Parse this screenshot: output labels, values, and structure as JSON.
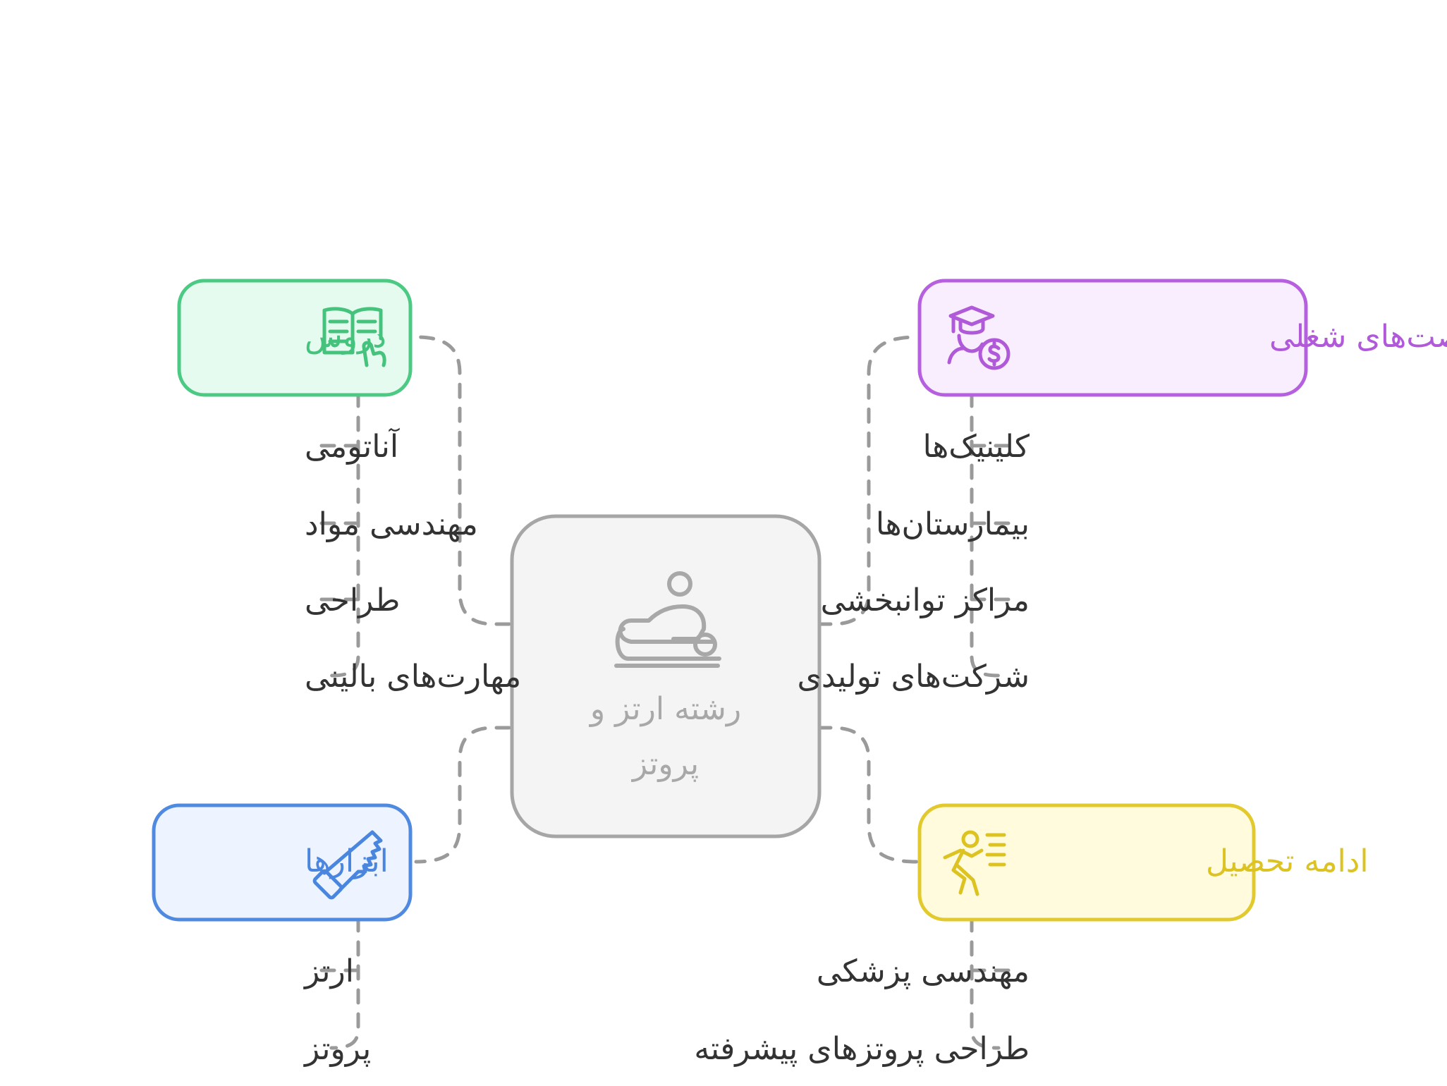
{
  "center": {
    "line1": "رشته ارتز و",
    "line2": "پروتز",
    "icon": "massage-therapy-icon",
    "border": "#a6a6a6",
    "fill": "#f4f4f4"
  },
  "branches": {
    "courses": {
      "title": "دروس",
      "icon": "open-book-icon",
      "border": "#4cc983",
      "fill": "#e5fbef",
      "color": "#45c27c",
      "items": [
        "آناتومی",
        "مهندسی مواد",
        "طراحی",
        "مهارت‌های بالینی"
      ]
    },
    "tools": {
      "title": "ابزارها",
      "icon": "saw-icon",
      "border": "#4f8ae0",
      "fill": "#edf3ff",
      "color": "#4a86de",
      "items": [
        "ارتز",
        "پروتز"
      ]
    },
    "careers": {
      "title": "فرصت‌های شغلی",
      "icon": "graduate-money-icon",
      "border": "#b660e0",
      "fill": "#f9eefd",
      "color": "#b05ad9",
      "items": [
        "کلینیک‌ها",
        "بیمارستان‌ها",
        "مراکز توانبخشی",
        "شرکت‌های تولیدی"
      ]
    },
    "further_study": {
      "title": "ادامه تحصیل",
      "icon": "running-person-icon",
      "border": "#e2ca2e",
      "fill": "#fffbdc",
      "color": "#dcc322",
      "items": [
        "مهندسی پزشکی",
        "طراحی پروتزهای پیشرفته"
      ]
    }
  }
}
